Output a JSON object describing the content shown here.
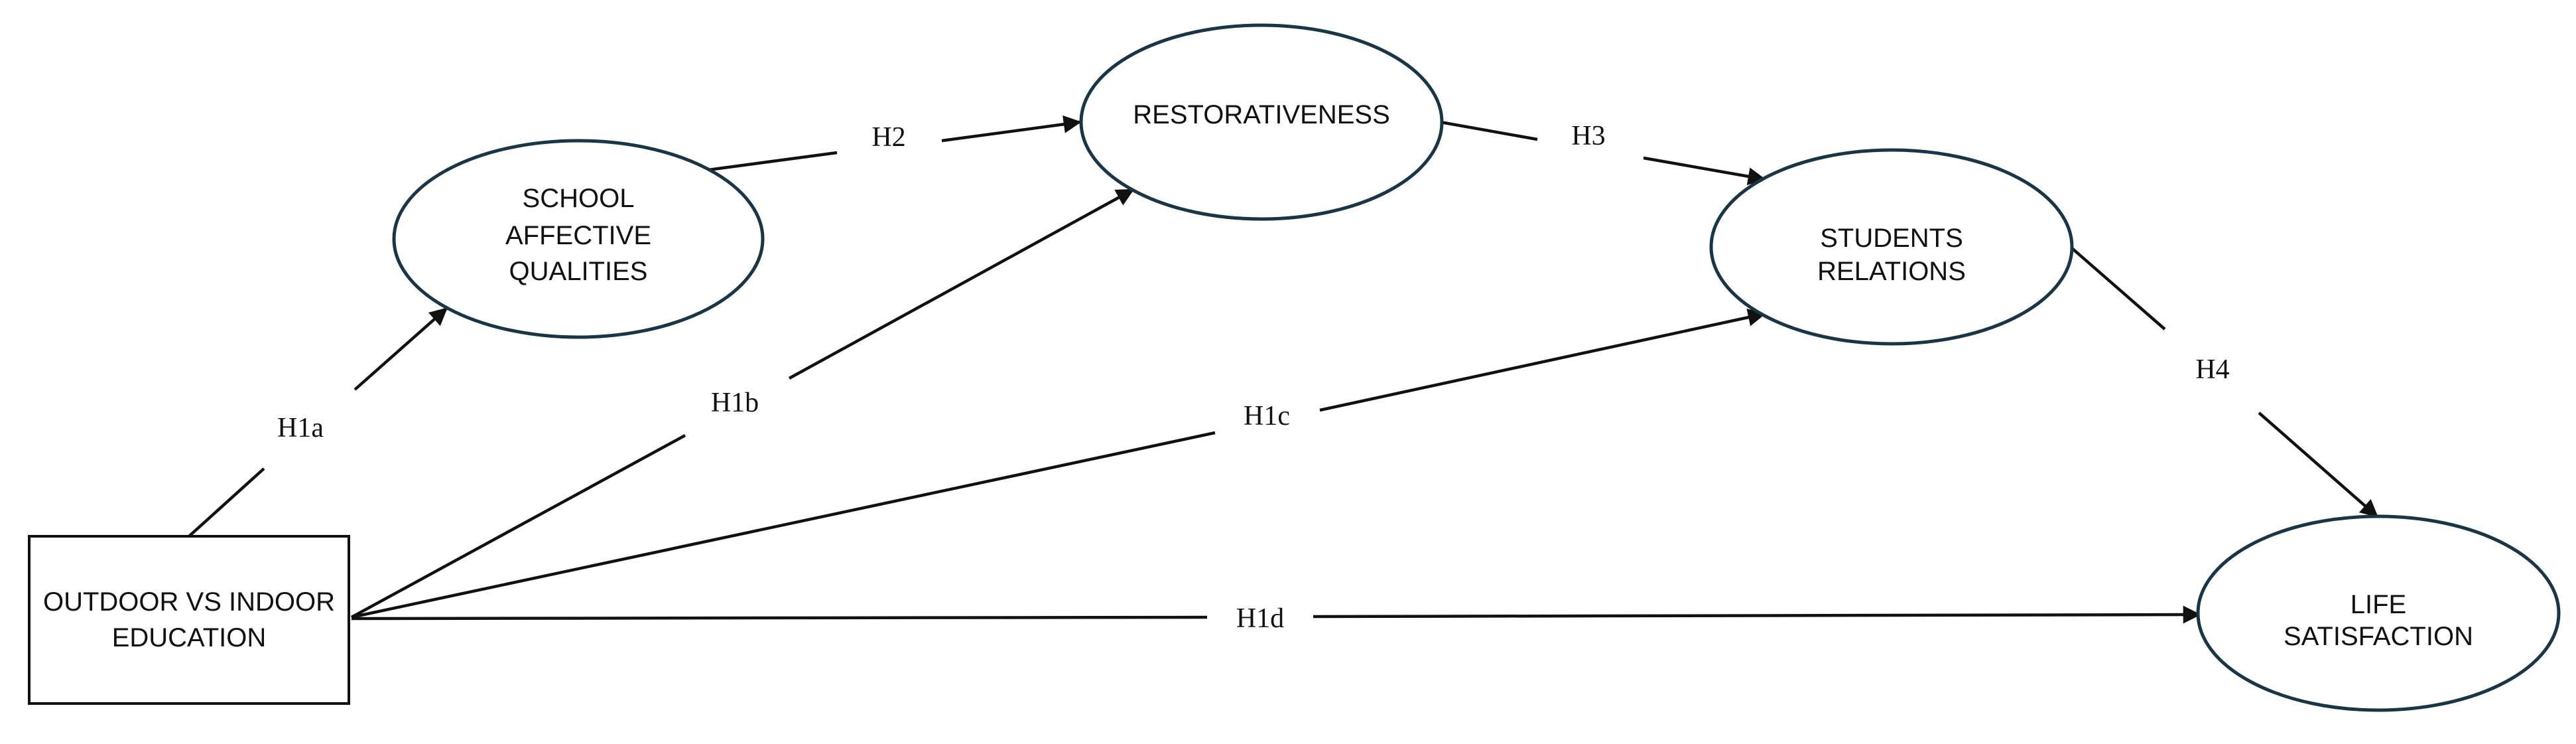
{
  "diagram": {
    "nodes": {
      "outdoor": {
        "lines": [
          "OUTDOOR VS INDOOR",
          "EDUCATION"
        ]
      },
      "school": {
        "lines": [
          "SCHOOL",
          "AFFECTIVE",
          "QUALITIES"
        ]
      },
      "restor": {
        "lines": [
          "RESTORATIVENESS"
        ]
      },
      "students": {
        "lines": [
          "STUDENTS",
          "RELATIONS"
        ]
      },
      "life": {
        "lines": [
          "LIFE",
          "SATISFACTION"
        ]
      }
    },
    "edges": {
      "h1a": "H1a",
      "h1b": "H1b",
      "h1c": "H1c",
      "h1d": "H1d",
      "h2": "H2",
      "h3": "H3",
      "h4": "H4"
    },
    "colors": {
      "ellipse_stroke": "#1a3545",
      "line": "#111111"
    }
  }
}
